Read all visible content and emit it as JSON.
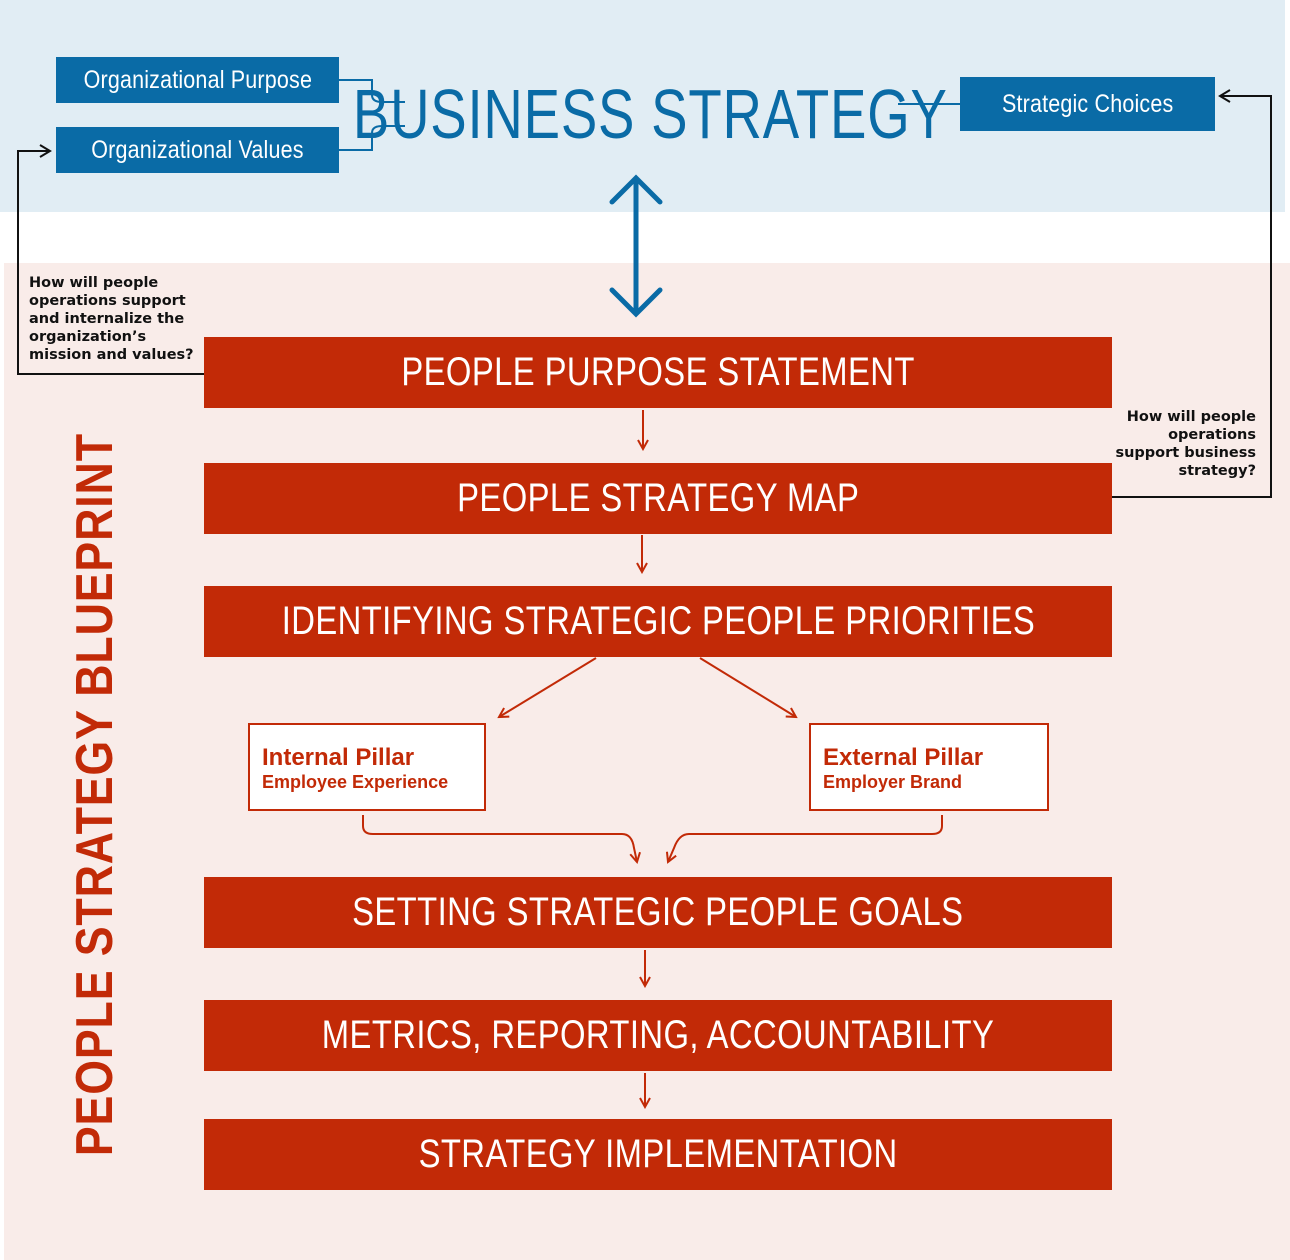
{
  "business": {
    "title": "BUSINESS STRATEGY",
    "purpose": "Organizational Purpose",
    "values": "Organizational Values",
    "choices": "Strategic Choices"
  },
  "questions": {
    "left": "How will people operations support and internalize the organization’s mission and values?",
    "right": "How will people operations support business strategy?"
  },
  "blueprint_title": "PEOPLE STRATEGY BLUEPRINT",
  "steps": {
    "purpose_statement": "PEOPLE PURPOSE STATEMENT",
    "strategy_map": "PEOPLE STRATEGY MAP",
    "priorities": "IDENTIFYING STRATEGIC PEOPLE PRIORITIES",
    "goals": "SETTING STRATEGIC PEOPLE GOALS",
    "metrics": "METRICS, REPORTING, ACCOUNTABILITY",
    "implementation": "STRATEGY IMPLEMENTATION"
  },
  "pillars": {
    "internal": {
      "title": "Internal Pillar",
      "subtitle": "Employee Experience"
    },
    "external": {
      "title": "External Pillar",
      "subtitle": "Employer Brand"
    }
  },
  "colors": {
    "blue": "#0a6ba6",
    "red": "#c22a07",
    "top_band": "#e1edf4",
    "bottom_band": "#f9ece9"
  }
}
